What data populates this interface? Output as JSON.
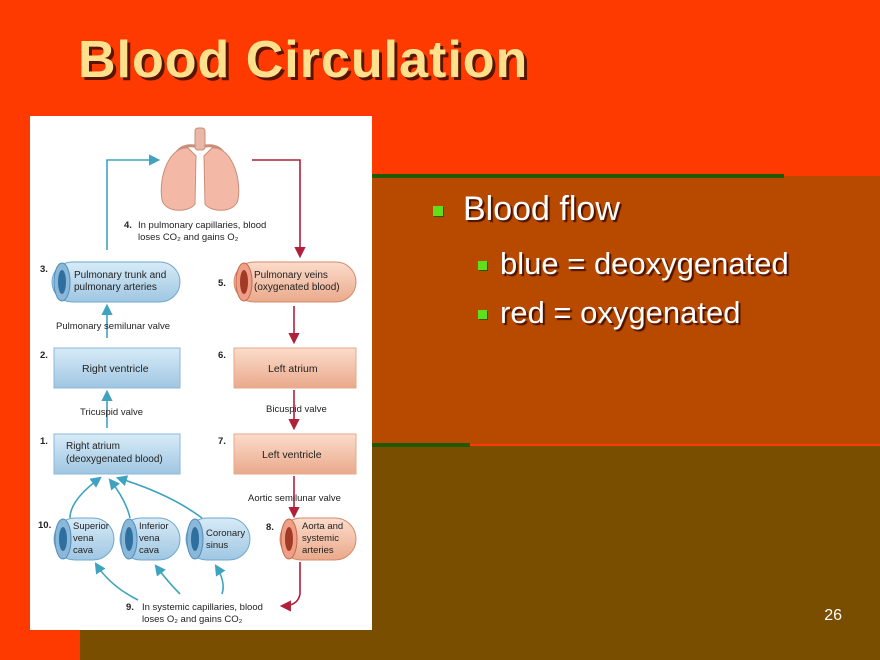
{
  "slide": {
    "title": "Blood Circulation",
    "bullets": {
      "main": "Blood flow",
      "sub1": "blue = deoxygenated",
      "sub2": "red = oxygenated"
    },
    "page_number": "26"
  },
  "diagram": {
    "step4": {
      "num": "4.",
      "line1": "In pulmonary capillaries, blood",
      "line2": "loses CO₂ and gains O₂"
    },
    "step3": {
      "num": "3.",
      "line1": "Pulmonary trunk and",
      "line2": "pulmonary arteries"
    },
    "step5": {
      "num": "5.",
      "line1": "Pulmonary veins",
      "line2": "(oxygenated blood)"
    },
    "valve_pulmonary": "Pulmonary semilunar valve",
    "step2": {
      "num": "2.",
      "label": "Right ventricle"
    },
    "step6": {
      "num": "6.",
      "label": "Left atrium"
    },
    "valve_tricuspid": "Tricuspid valve",
    "valve_bicuspid": "Bicuspid valve",
    "step1": {
      "num": "1.",
      "line1": "Right atrium",
      "line2": "(deoxygenated blood)"
    },
    "step7": {
      "num": "7.",
      "label": "Left ventricle"
    },
    "valve_aortic": "Aortic semilunar valve",
    "step10": {
      "num": "10.",
      "svc": [
        "Superior",
        "vena",
        "cava"
      ],
      "ivc": [
        "Inferior",
        "vena",
        "cava"
      ],
      "cs": [
        "Coronary",
        "sinus"
      ]
    },
    "step8": {
      "num": "8.",
      "lines": [
        "Aorta and",
        "systemic",
        "arteries"
      ]
    },
    "step9": {
      "num": "9.",
      "line1": "In systemic capillaries, blood",
      "line2": "loses O₂ and gains CO₂"
    }
  },
  "colors": {
    "slide_background": "#ff3a00",
    "title": "#ffe08c",
    "bullet_marker": "#5fe018",
    "deoxygenated_box": "#bcd9ef",
    "oxygenated_box": "#f6c7b1",
    "blue_arrow": "#3fa3c0",
    "red_arrow": "#b0203a"
  }
}
